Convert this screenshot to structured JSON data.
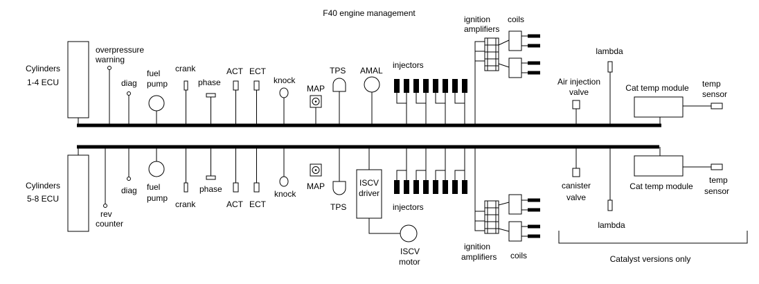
{
  "title": "F40 engine management",
  "top": {
    "ecu": [
      "Cylinders",
      "1-4 ECU"
    ],
    "overpressure": [
      "overpressure",
      "warning"
    ],
    "diag": "diag",
    "fuel_pump": [
      "fuel",
      "pump"
    ],
    "crank": "crank",
    "phase": "phase",
    "act": "ACT",
    "ect": "ECT",
    "knock": "knock",
    "map": "MAP",
    "tps": "TPS",
    "amal": "AMAL",
    "injectors": "injectors",
    "ignition_amplifiers": [
      "ignition",
      "amplifiers"
    ],
    "coils": "coils",
    "lambda": "lambda",
    "air_injection": [
      "Air injection",
      "valve"
    ],
    "cat_temp_module": "Cat temp module",
    "temp_sensor": [
      "temp",
      "sensor"
    ]
  },
  "bottom": {
    "ecu": [
      "Cylinders",
      "5-8 ECU"
    ],
    "rev_counter": [
      "rev",
      "counter"
    ],
    "diag": "diag",
    "fuel_pump": [
      "fuel",
      "pump"
    ],
    "crank": "crank",
    "phase": "phase",
    "act": "ACT",
    "ect": "ECT",
    "knock": "knock",
    "map": "MAP",
    "tps": "TPS",
    "iscv_driver": [
      "ISCV",
      "driver"
    ],
    "iscv_motor": [
      "ISCV",
      "motor"
    ],
    "injectors": "injectors",
    "ignition_amplifiers": [
      "ignition",
      "amplifiers"
    ],
    "coils": "coils",
    "canister_valve": [
      "canister",
      "valve"
    ],
    "lambda": "lambda",
    "cat_temp_module": "Cat temp module",
    "temp_sensor": [
      "temp",
      "sensor"
    ]
  },
  "catalyst_note": "Catalyst versions only"
}
